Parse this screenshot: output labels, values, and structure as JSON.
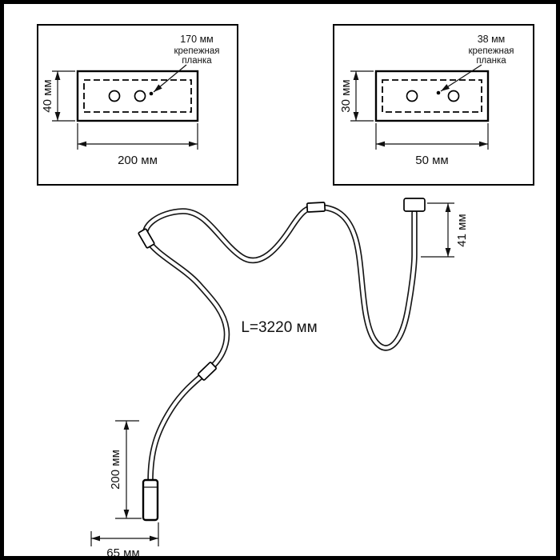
{
  "left_plate": {
    "callout": {
      "line1": "170 мм",
      "line2": "крепежная",
      "line3": "планка"
    },
    "height": "40 мм",
    "width": "200 мм"
  },
  "right_plate": {
    "callout": {
      "line1": "38 мм",
      "line2": "крепежная",
      "line3": "планка"
    },
    "height": "30 мм",
    "width": "50 мм"
  },
  "cable": {
    "length": "L=3220 мм",
    "end_connector_length": "41 мм",
    "bottom_connector_height": "200 мм",
    "bottom_connector_offset": "65 мм"
  }
}
